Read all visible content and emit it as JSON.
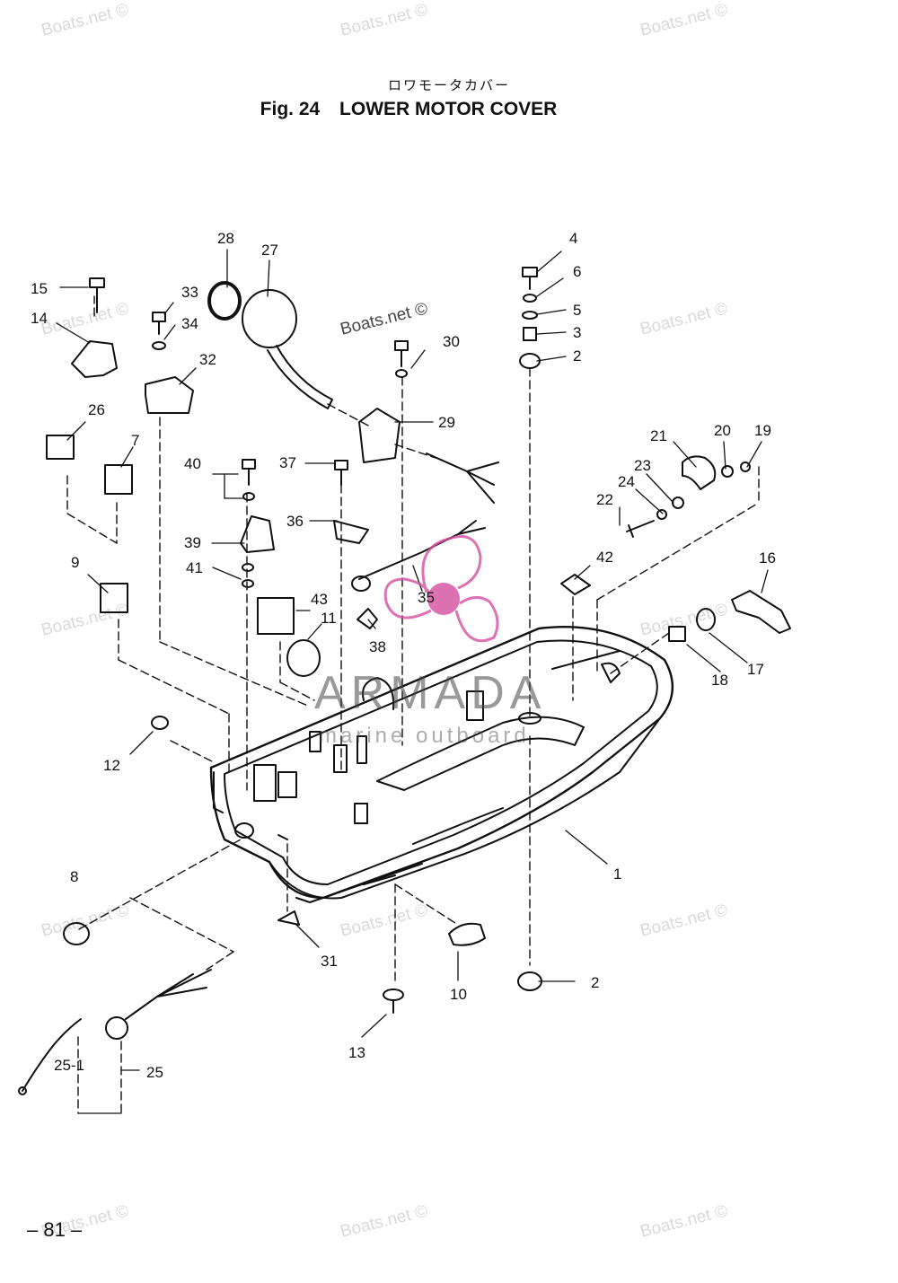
{
  "header": {
    "japanese_title": "ロワモータカバー",
    "fig_label": "Fig. 24",
    "fig_title": "LOWER MOTOR COVER"
  },
  "watermarks": {
    "text": "Boats.net ©",
    "logo_text": "ARMADA",
    "logo_subtext": "marine outboard"
  },
  "footer": {
    "page_number": "– 81 –"
  },
  "callouts": {
    "c1": "1",
    "c2a": "2",
    "c2b": "2",
    "c3": "3",
    "c4": "4",
    "c5": "5",
    "c6": "6",
    "c7": "7",
    "c8": "8",
    "c9": "9",
    "c10": "10",
    "c11": "11",
    "c12": "12",
    "c13": "13",
    "c14": "14",
    "c15": "15",
    "c16": "16",
    "c17": "17",
    "c18": "18",
    "c19": "19",
    "c20": "20",
    "c21": "21",
    "c22": "22",
    "c23": "23",
    "c24": "24",
    "c25": "25",
    "c25_1": "25-1",
    "c26": "26",
    "c27": "27",
    "c28": "28",
    "c29": "29",
    "c30": "30",
    "c31": "31",
    "c32": "32",
    "c33": "33",
    "c34": "34",
    "c35": "35",
    "c36": "36",
    "c37": "37",
    "c38": "38",
    "c39": "39",
    "c40": "40",
    "c41": "41",
    "c42": "42",
    "c43": "43"
  }
}
